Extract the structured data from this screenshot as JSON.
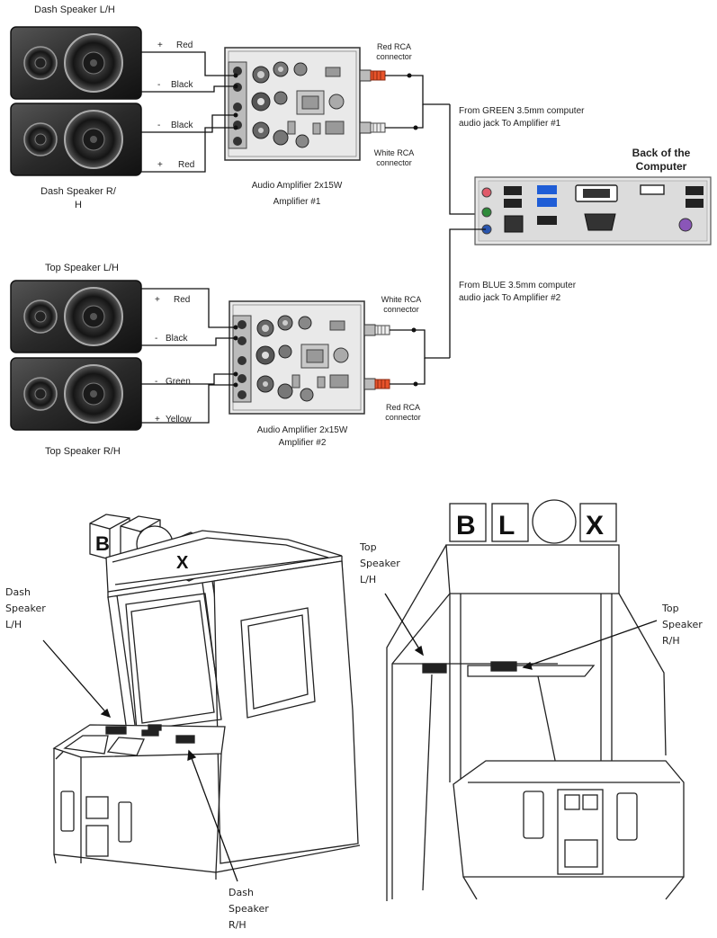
{
  "speakers": {
    "dash_lh": "Dash Speaker L/H",
    "dash_rh": "Dash Speaker R/ H",
    "top_lh": "Top Speaker L/H",
    "top_rh": "Top Speaker R/H"
  },
  "wires": {
    "amp1": [
      {
        "sign": "+",
        "color": "Red"
      },
      {
        "sign": "-",
        "color": "Black"
      },
      {
        "sign": "-",
        "color": "Black"
      },
      {
        "sign": "+",
        "color": "Red"
      }
    ],
    "amp2": [
      {
        "sign": "+",
        "color": "Red"
      },
      {
        "sign": "-",
        "color": "Black"
      },
      {
        "sign": "-",
        "color": "Green"
      },
      {
        "sign": "+",
        "color": "Yellow"
      }
    ]
  },
  "amplifiers": {
    "amp1_title": "Audio Amplifier 2x15W",
    "amp1_name": "Amplifier #1",
    "amp2_title": "Audio Amplifier 2x15W",
    "amp2_name": "Amplifier #2"
  },
  "connectors": {
    "amp1_red": "Red RCA connector",
    "amp1_white": "White RCA connector",
    "amp2_white": "White RCA connector",
    "amp2_red": "Red RCA connector"
  },
  "sources": {
    "green": "From GREEN 3.5mm computer audio jack To Amplifier #1",
    "blue": "From BLUE 3.5mm computer audio jack To Amplifier #2"
  },
  "computer": {
    "title": "Back of the Computer"
  },
  "cabinet": {
    "sign_letters": [
      "B",
      "L",
      "X"
    ],
    "left_callout_1": "Dash Speaker L/H",
    "left_callout_2": "Dash Speaker R/H",
    "right_callout_1": "Top Speaker L/H",
    "right_callout_2": "Top Speaker R/H"
  },
  "colors": {
    "red_rca": "#e8532a",
    "white_rca": "#dddddd",
    "green_jack": "#2e8b3a",
    "blue_jack": "#2855b0",
    "pink_jack": "#e05a6a"
  }
}
